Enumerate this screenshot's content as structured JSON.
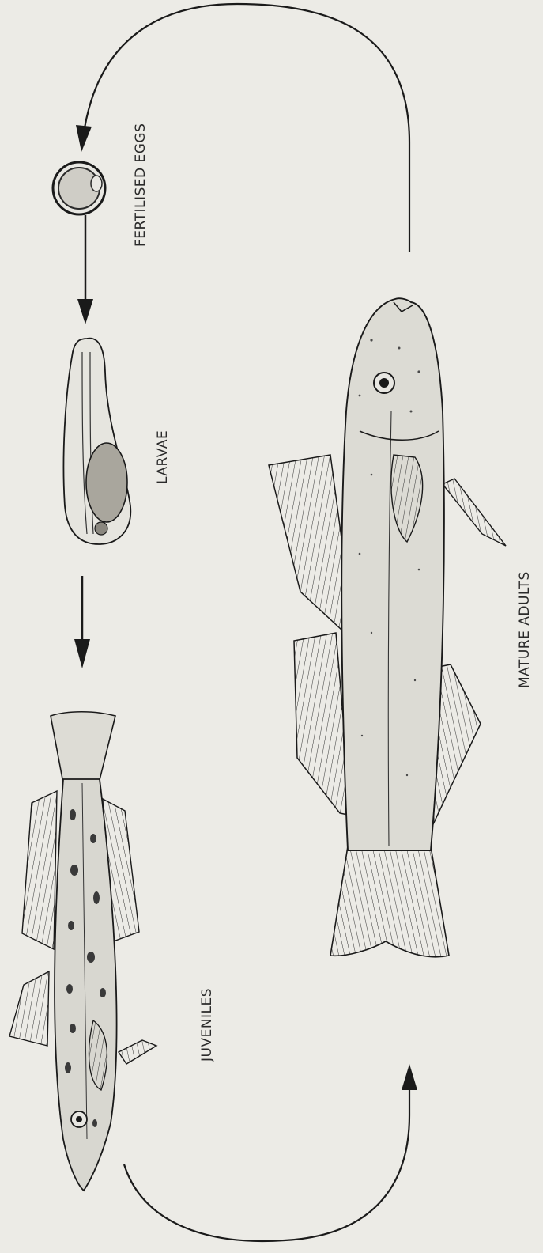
{
  "diagram": {
    "stages": [
      {
        "id": "eggs",
        "label": "FERTILISED  EGGS"
      },
      {
        "id": "larvae",
        "label": "LARVAE"
      },
      {
        "id": "juveniles",
        "label": "JUVENILES"
      },
      {
        "id": "adults",
        "label": "MATURE     ADULTS"
      }
    ]
  }
}
